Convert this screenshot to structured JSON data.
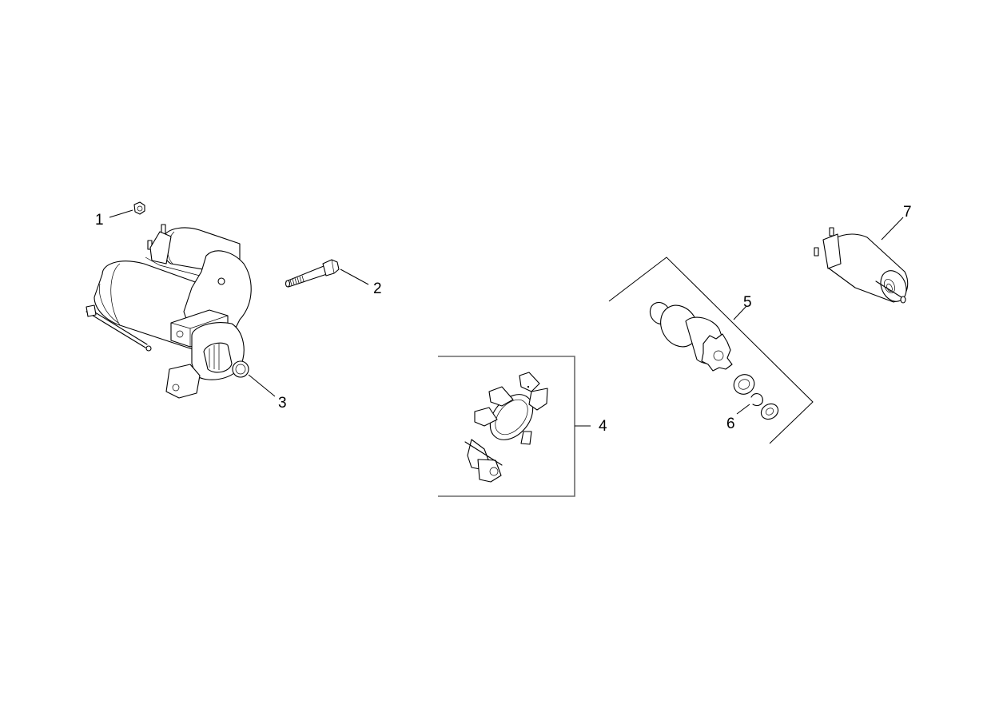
{
  "diagram": {
    "type": "exploded-parts-diagram",
    "subject": "starter motor assembly",
    "background": "#ffffff",
    "line_color": "#000000",
    "bracket_color": "#6a6a6a"
  },
  "callouts": [
    {
      "id": "1",
      "label": "1",
      "part": "nut"
    },
    {
      "id": "2",
      "label": "2",
      "part": "flange bolt"
    },
    {
      "id": "3",
      "label": "3",
      "part": "starter motor"
    },
    {
      "id": "4",
      "label": "4",
      "part": "brush holder kit"
    },
    {
      "id": "5",
      "label": "5",
      "part": "drive pinion kit"
    },
    {
      "id": "6",
      "label": "6",
      "part": "snap ring"
    },
    {
      "id": "7",
      "label": "7",
      "part": "solenoid switch"
    }
  ]
}
